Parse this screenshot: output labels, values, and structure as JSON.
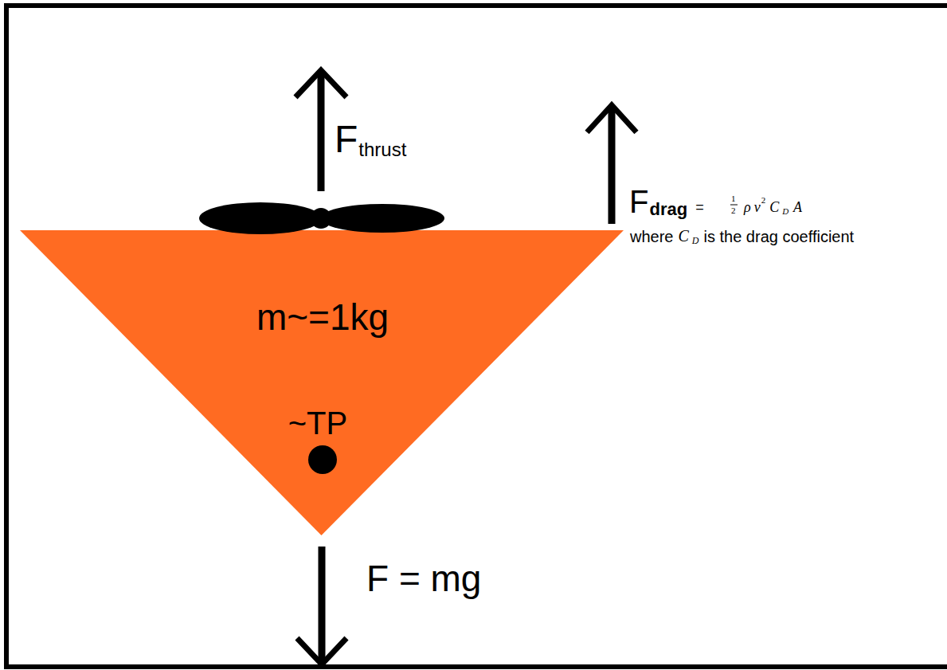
{
  "diagram": {
    "nodes": [
      {
        "text": [
          "m~=1kg",
          "~TP"
        ]
      }
    ],
    "labels": [
      "F",
      "thrust",
      "F",
      "drag",
      "=",
      "1",
      "2",
      "ρ",
      "v",
      "2",
      "C",
      "D",
      "A",
      "where",
      "C",
      "D",
      "is the drag coefficient",
      "F = mg"
    ]
  }
}
